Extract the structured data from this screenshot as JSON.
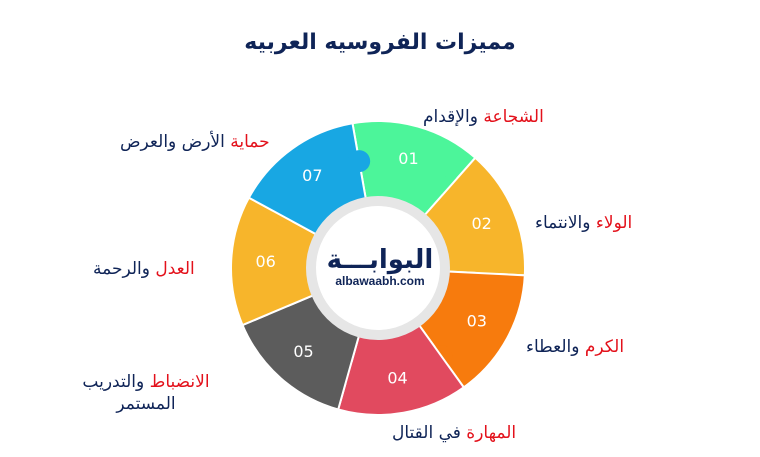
{
  "title": "مميزات الفروسيه العربيه",
  "logo": {
    "arabic": "البوابـــة",
    "domain": "albawaabh.com"
  },
  "segments": [
    {
      "number": "01",
      "color": "#4cf59a",
      "highlight": "الشجاعة",
      "rest": "والإقدام"
    },
    {
      "number": "02",
      "color": "#f7b52b",
      "highlight": "الولاء",
      "rest": "والانتماء"
    },
    {
      "number": "03",
      "color": "#f77b0d",
      "highlight": "الكرم",
      "rest": "والعطاء"
    },
    {
      "number": "04",
      "color": "#e14a5f",
      "highlight": "المهارة",
      "rest": "في القتال"
    },
    {
      "number": "05",
      "color": "#5c5c5c",
      "highlight": "الانضباط",
      "rest": "والتدريب المستمر"
    },
    {
      "number": "06",
      "color": "#f7b52b",
      "highlight": "العدل",
      "rest": "والرحمة"
    },
    {
      "number": "07",
      "color": "#18a7e3",
      "highlight": "حماية",
      "rest": "الأرض والعرض"
    }
  ],
  "colors": {
    "title": "#0f2457",
    "highlight": "#e3111b",
    "inner_ring": "#e6e6e6"
  }
}
